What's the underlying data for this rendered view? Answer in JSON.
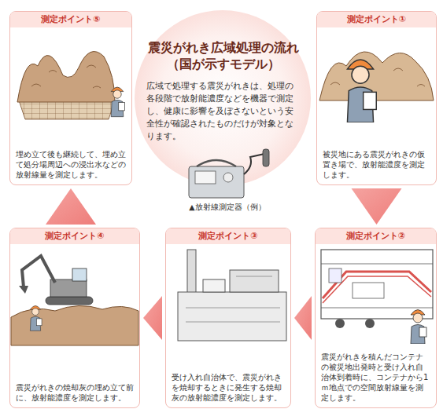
{
  "diagram": {
    "title": "震災がれき広域処理の流れ（国が示すモデル）",
    "nodes": [
      {
        "text": [
          "測定ポイント①",
          "被災地にある震災がれきの仮置き場で、放射能濃度を測定します。"
        ]
      },
      {
        "text": [
          "測定ポイント②",
          "震災がれきを積んだコンテナの被災地出発時と受け入れ自治体到着時に、コンテナから1ｍ地点での空間放射線量を測定します。"
        ]
      },
      {
        "text": [
          "測定ポイント③",
          "受け入れ自治体で、震災がれきを焼却するときに発生する焼却灰の放射能濃度を測定します。"
        ]
      },
      {
        "text": [
          "測定ポイント④",
          "震災がれきの焼却灰の埋め立て前に、放射能濃度を測定します。"
        ]
      },
      {
        "text": [
          "測定ポイント⑤",
          "埋め立て後も継続して、埋め立て処分場周辺への浸出水などの放射線量を測定します。"
        ]
      }
    ],
    "edges": [
      {
        "from": 0,
        "to": 1,
        "arrow": "to"
      },
      {
        "from": 1,
        "to": 2,
        "arrow": "to"
      },
      {
        "from": 2,
        "to": 3,
        "arrow": "to"
      },
      {
        "from": 3,
        "to": 4,
        "arrow": "to"
      }
    ],
    "labels": [
      "広域で処理する震災がれきは、処理の各段階で放射能濃度などを機器で測定し、健康に影響を及ぼさないという安全性が確認されたものだけが対象となります。",
      "▲放射線測定器（例）"
    ]
  }
}
